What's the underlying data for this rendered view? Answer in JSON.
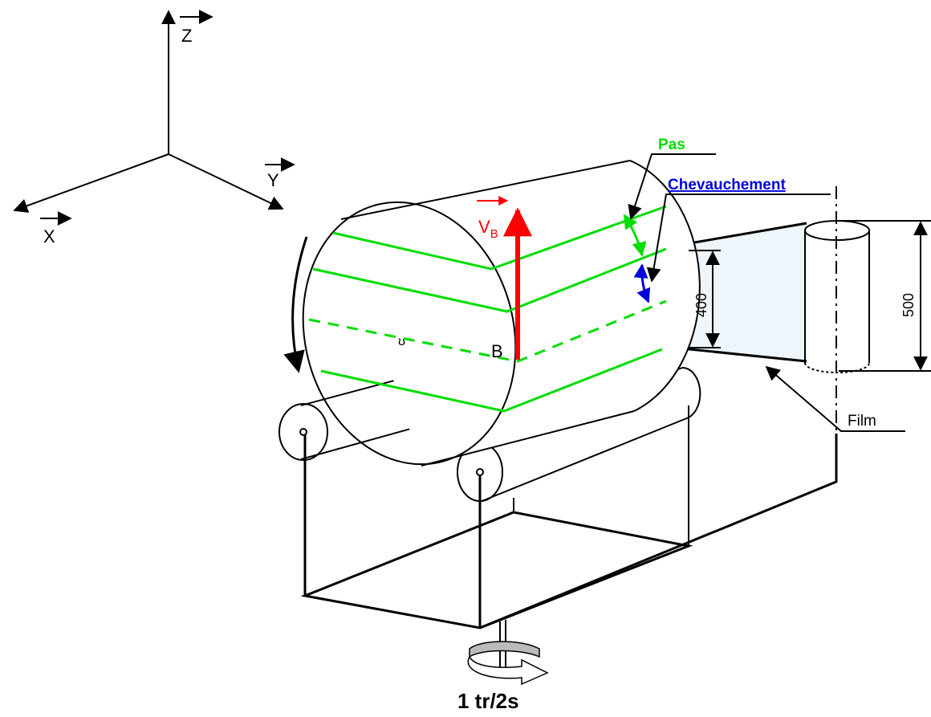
{
  "axes": {
    "z": "Z",
    "y": "Y",
    "x": "X"
  },
  "labels": {
    "velocity": "V",
    "velocity_sub": "B",
    "point_b": "B",
    "pas": "Pas",
    "chevauchement": "Chevauchement",
    "film": "Film",
    "dim_400": "400",
    "dim_500": "500",
    "rotation": "1 tr/2s"
  },
  "colors": {
    "pas": "#00dd00",
    "chevauchement": "#0000dd",
    "velocity": "#ff0000",
    "outline": "#000000"
  }
}
